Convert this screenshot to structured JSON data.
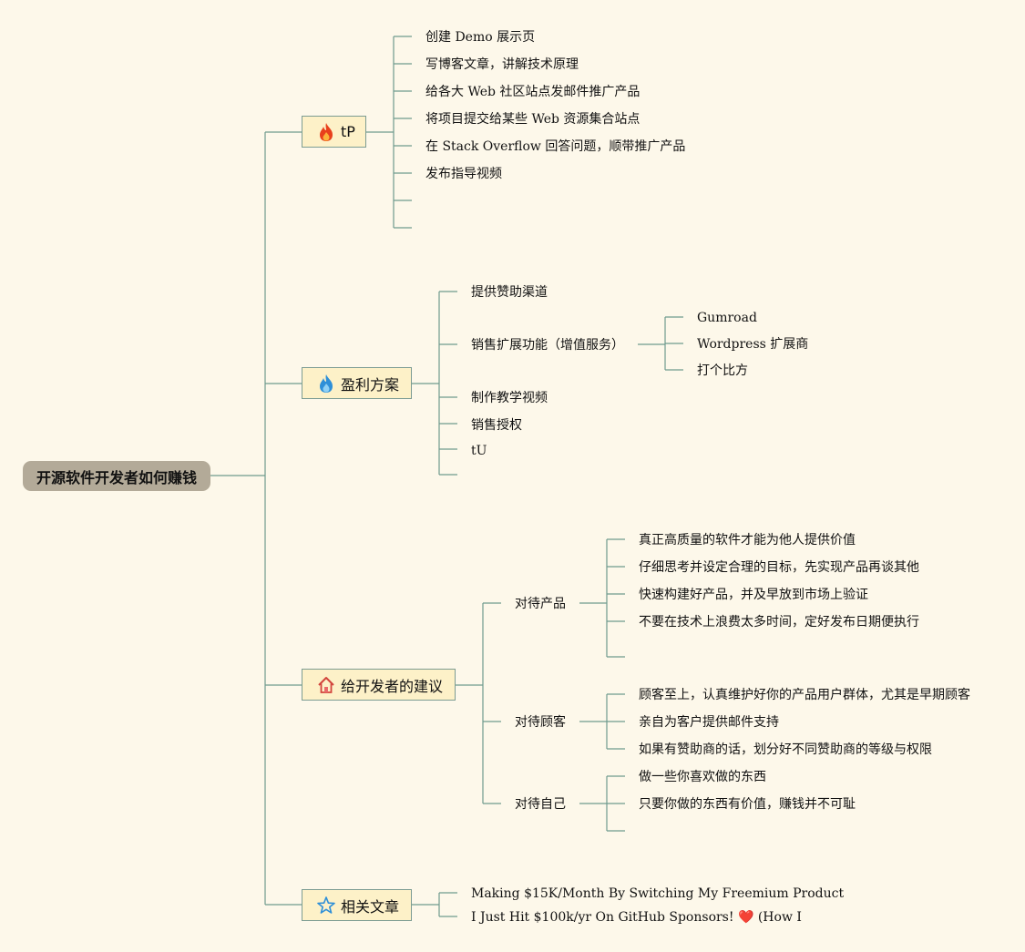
{
  "root": {
    "label": "开源软件开发者如何赚钱"
  },
  "branches": {
    "tp": {
      "label": "tP",
      "icon": "fire-icon",
      "leaves": [
        "创建 Demo 展示页",
        "写博客文章，讲解技术原理",
        "给各大 Web 社区站点发邮件推广产品",
        "将项目提交给某些 Web 资源集合站点",
        "在 Stack Overflow 回答问题，顺带推广产品",
        "发布指导视频"
      ]
    },
    "profit": {
      "label": "盈利方案",
      "icon": "blue-flame-icon",
      "leaves": [
        "提供赞助渠道",
        "销售扩展功能（增值服务）",
        "制作教学视频",
        "销售授权",
        "tU"
      ],
      "extension_children": [
        "Gumroad",
        "Wordpress 扩展商",
        "打个比方"
      ]
    },
    "advice": {
      "label": "给开发者的建议",
      "icon": "house-icon",
      "product": {
        "label": "对待产品",
        "leaves": [
          "真正高质量的软件才能为他人提供价值",
          "仔细思考并设定合理的目标，先实现产品再谈其他",
          "快速构建好产品，并及早放到市场上验证",
          "不要在技术上浪费太多时间，定好发布日期便执行"
        ]
      },
      "customer": {
        "label": "对待顾客",
        "leaves": [
          "顾客至上，认真维护好你的产品用户群体，尤其是早期顾客",
          "亲自为客户提供邮件支持",
          "如果有赞助商的话，划分好不同赞助商的等级与权限"
        ]
      },
      "self": {
        "label": "对待自己",
        "leaves": [
          "做一些你喜欢做的东西",
          "只要你做的东西有价值，赚钱并不可耻"
        ]
      }
    },
    "articles": {
      "label": "相关文章",
      "icon": "star-icon",
      "leaves": [
        "Making $15K/Month By Switching My Freemium Product",
        "I Just Hit $100k/yr On GitHub Sponsors! ",
        " (How I"
      ],
      "heart_glyph": "❤️"
    }
  },
  "colors": {
    "background": "#fdf8ea",
    "line": "#6f9a8e",
    "root_fill": "#b3aa98",
    "branch_fill": "#fdf1c8"
  }
}
